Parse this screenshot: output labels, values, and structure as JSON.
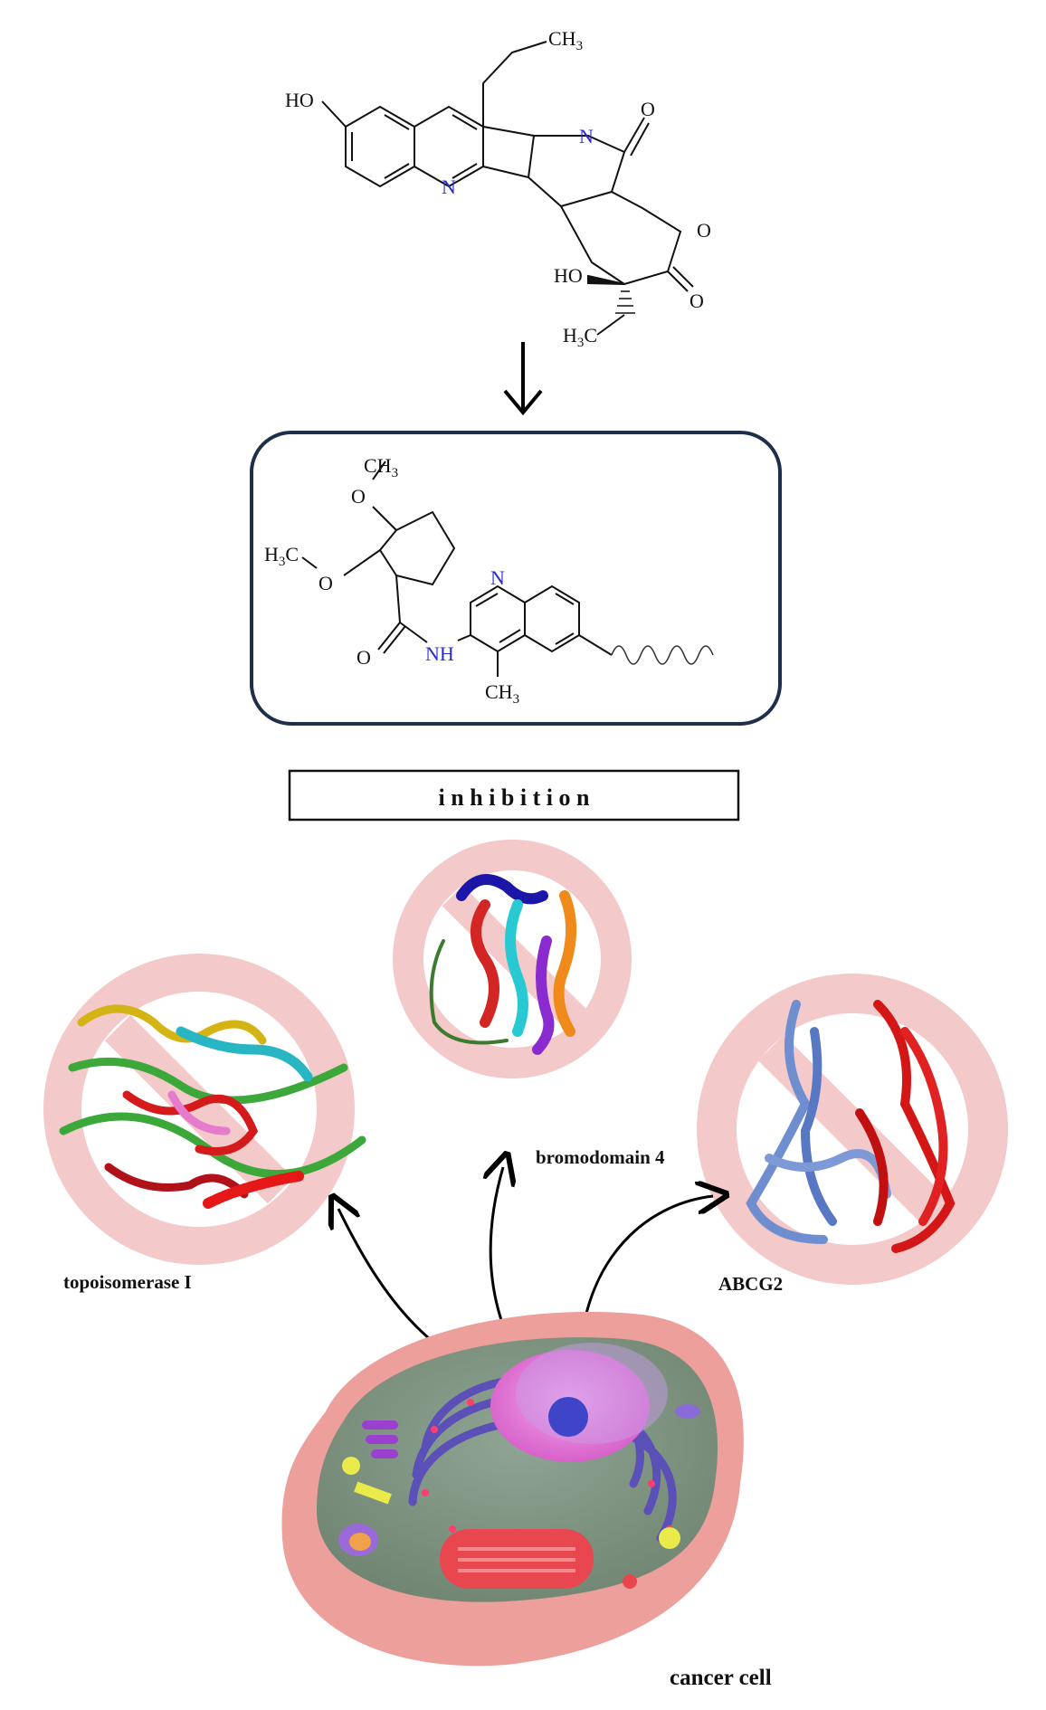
{
  "camptothecin": {
    "ch3_top": "CH",
    "ch3_top_sub": "3",
    "ho_left": "HO",
    "n_ring": "N",
    "n_lactam": "N",
    "o_keto": "O",
    "o_ring": "O",
    "o_lactone": "O",
    "ho_chiral": "HO",
    "h3c_prefix": "H",
    "h3c_sub": "3",
    "h3c_suffix": "C"
  },
  "derivative": {
    "ch3_top": "CH",
    "ch3_top_sub": "3",
    "o_top": "O",
    "h3c_prefix": "H",
    "h3c_sub": "3",
    "h3c_suffix": "C",
    "o_left": "O",
    "n_quinoline": "N",
    "o_amide": "O",
    "nh": "NH",
    "ch3_bottom": "CH",
    "ch3_bottom_sub": "3"
  },
  "inhibition_label": "i n h i b i t i o n",
  "targets": {
    "topo": "topoisomerase I",
    "brd4": "bromodomain 4",
    "abcg2": "ABCG2"
  },
  "cell_label": "cancer cell",
  "colors": {
    "no_sign": "#f3c9c9",
    "box_border": "#1f2f4a",
    "arrow": "#000000",
    "nitrogen": "#2b2bd0",
    "cytoplasm": "#7d9480",
    "membrane": "#ec9f9b",
    "nucleus": "#e36fd6",
    "er": "#5b4fb8",
    "mito": "#e8474f"
  },
  "icons": [
    "down-arrow-icon",
    "no-sign-icon",
    "protein-ribbon-icon",
    "curved-arrow-icon",
    "cell-illustration-icon"
  ]
}
